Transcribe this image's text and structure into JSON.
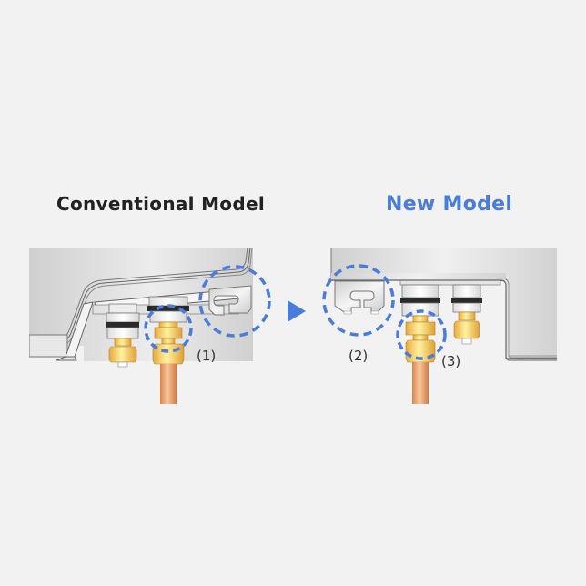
{
  "diagram": {
    "title": "Conventional vs New Model pipe connection layout",
    "background": "#f2f2f2",
    "accent_color": "#4a7ddb",
    "left_panel": {
      "heading": "Conventional Model",
      "heading_color": "#222222",
      "callouts": [
        {
          "id": "1",
          "label": "(1)",
          "targets": [
            "flare nut / valve connection",
            "mounting bracket hook"
          ]
        }
      ],
      "components": [
        "unit casing",
        "base plate",
        "narrow service valve",
        "wide service valve",
        "copper pipe",
        "mounting bracket"
      ]
    },
    "arrow": {
      "icon": "triangle-right-icon",
      "color": "#4a7ddb"
    },
    "right_panel": {
      "heading": "New Model",
      "heading_color": "#4a7ddb",
      "callouts": [
        {
          "id": "2",
          "label": "(2)",
          "target": "mounting bracket"
        },
        {
          "id": "3",
          "label": "(3)",
          "target": "flare nut / valve connection"
        }
      ],
      "components": [
        "unit casing",
        "mounting bracket",
        "wide service valve",
        "narrow service valve",
        "copper pipe"
      ]
    }
  }
}
